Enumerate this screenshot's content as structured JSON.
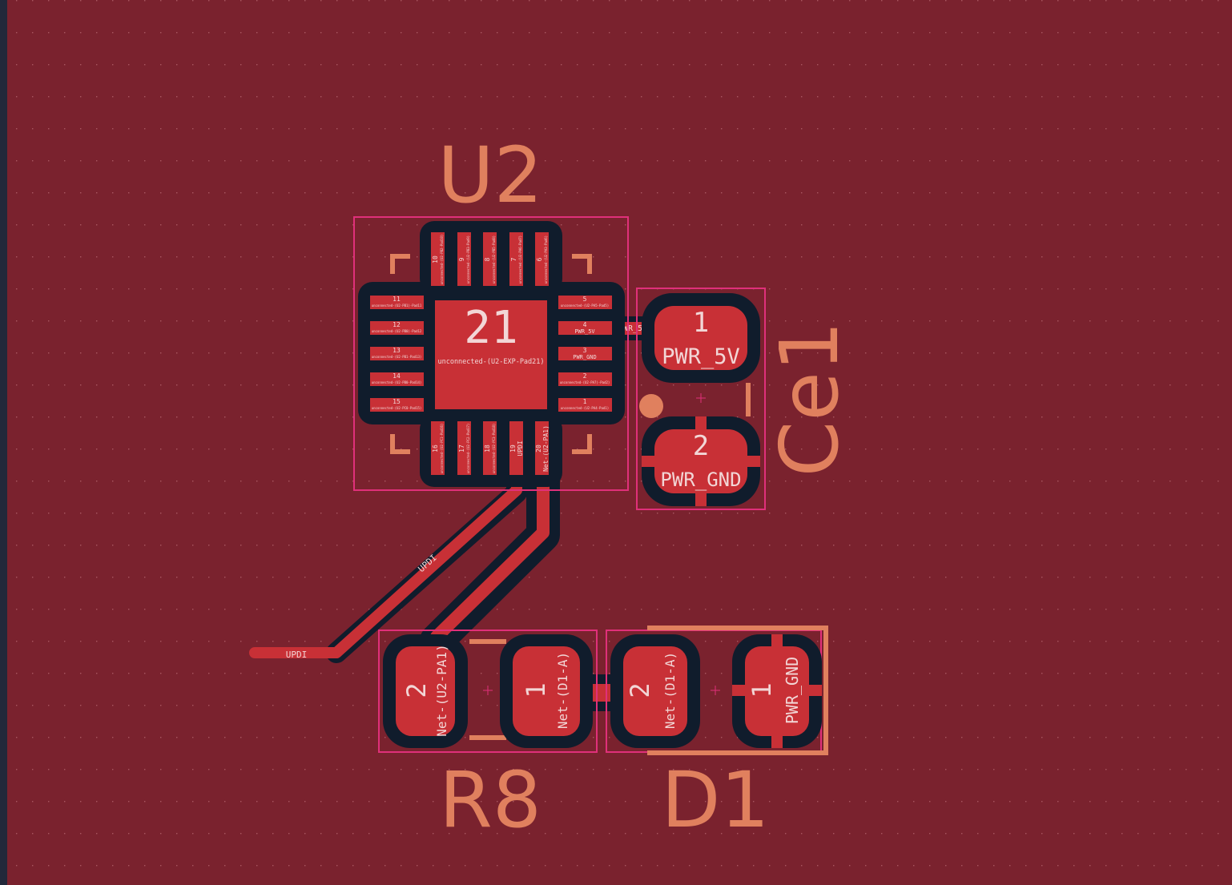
{
  "board": {
    "background": "#7a222e",
    "copper": "#c83036",
    "clearance": "#101c2c",
    "silkscreen": "#e0805e",
    "courtyard": "#e0307a",
    "track_label_updi": "UPDI",
    "track_label_pwr5v": "PWR_5V"
  },
  "components": {
    "u2": {
      "ref": "U2",
      "center_pad_number": "21",
      "center_pad_net": "unconnected-(U2-EXP-Pad21)",
      "left_pins": [
        {
          "num": "11",
          "net": "unconnected-(U2-PB1)-Pad11"
        },
        {
          "num": "12",
          "net": "unconnected-(U2-PB0)-Pad12"
        },
        {
          "num": "13",
          "net": "unconnected-(U2-PB1-Pad13)"
        },
        {
          "num": "14",
          "net": "unconnected-(U2-PB0-Pad14)"
        },
        {
          "num": "15",
          "net": "unconnected-(U2-PC0-Pad15)"
        }
      ],
      "right_pins": [
        {
          "num": "5",
          "net": "unconnected-(U2-PA5-Pad5)"
        },
        {
          "num": "4",
          "net": "PWR_5V"
        },
        {
          "num": "3",
          "net": "PWR_GND"
        },
        {
          "num": "2",
          "net": "unconnected-(U2-PA7)-Pad2)"
        },
        {
          "num": "1",
          "net": "unconnected-(U2-PA4-Pad1)"
        }
      ],
      "top_pins": [
        {
          "num": "10",
          "net": "unconnected-(U2-PB2-Pad10)"
        },
        {
          "num": "9",
          "net": "unconnected-(U2-PB3-Pad9)"
        },
        {
          "num": "8",
          "net": "unconnected-(U2-PB5-Pad8)"
        },
        {
          "num": "7",
          "net": "unconnected-(U2-PA6-Pad7)"
        },
        {
          "num": "6",
          "net": "unconnected-(U2-PA3-Pad6)"
        }
      ],
      "bottom_pins": [
        {
          "num": "16",
          "net": "unconnected-(U2-PC1-Pad16)"
        },
        {
          "num": "17",
          "net": "unconnected-(U2-PC2-Pad17)"
        },
        {
          "num": "18",
          "net": "unconnected-(U2-PC3-Pad18)"
        },
        {
          "num": "19",
          "net": "UPDI"
        },
        {
          "num": "20",
          "net": "Net-(U2-PA1)"
        }
      ]
    },
    "ce1": {
      "ref": "Ce1",
      "pad1_number": "1",
      "pad1_net": "PWR_5V",
      "pad2_number": "2",
      "pad2_net": "PWR_GND"
    },
    "r8": {
      "ref": "R8",
      "pad2_number": "2",
      "pad2_net": "Net-(U2-PA1)",
      "pad1_number": "1",
      "pad1_net": "Net-(D1-A)"
    },
    "d1": {
      "ref": "D1",
      "pad2_number": "2",
      "pad2_net": "Net-(D1-A)",
      "pad1_number": "1",
      "pad1_net": "PWR_GND"
    }
  }
}
